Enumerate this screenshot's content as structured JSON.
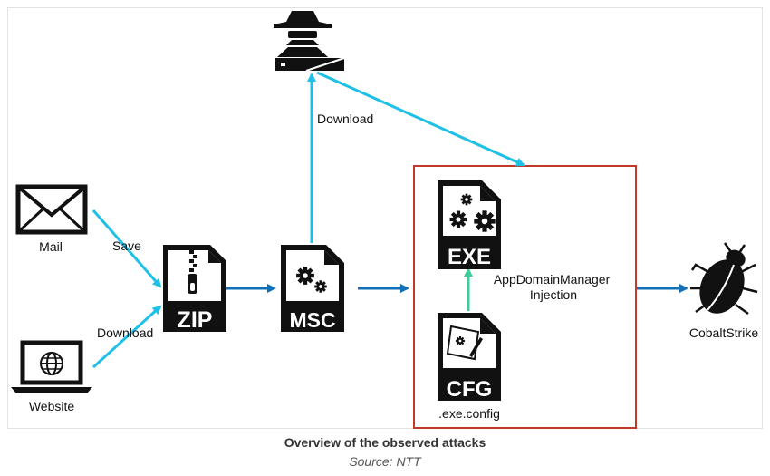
{
  "diagram": {
    "nodes": {
      "attacker": {
        "icon": "hacker-server-icon"
      },
      "mail": {
        "label": "Mail",
        "icon": "envelope-icon"
      },
      "website": {
        "label": "Website",
        "icon": "laptop-globe-icon"
      },
      "zip": {
        "badge": "ZIP",
        "icon": "zip-file-icon"
      },
      "msc": {
        "badge": "MSC",
        "icon": "msc-file-icon"
      },
      "exe": {
        "badge": "EXE",
        "icon": "exe-file-icon"
      },
      "cfg": {
        "badge": "CFG",
        "label": ".exe.config",
        "icon": "cfg-file-icon"
      },
      "cobaltstrike": {
        "label": "CobaltStrike",
        "icon": "bug-icon"
      }
    },
    "edge_labels": {
      "save": "Save",
      "download_web": "Download",
      "download_attacker": "Download",
      "injection": "AppDomainManager\nInjection"
    },
    "colors": {
      "cyan_arrow": "#1ec0e6",
      "blue_arrow": "#1170b8",
      "green_arrow": "#3fcc98",
      "highlight_box": "#c0392b"
    }
  },
  "caption": "Overview of the observed attacks",
  "source": "Source: NTT"
}
